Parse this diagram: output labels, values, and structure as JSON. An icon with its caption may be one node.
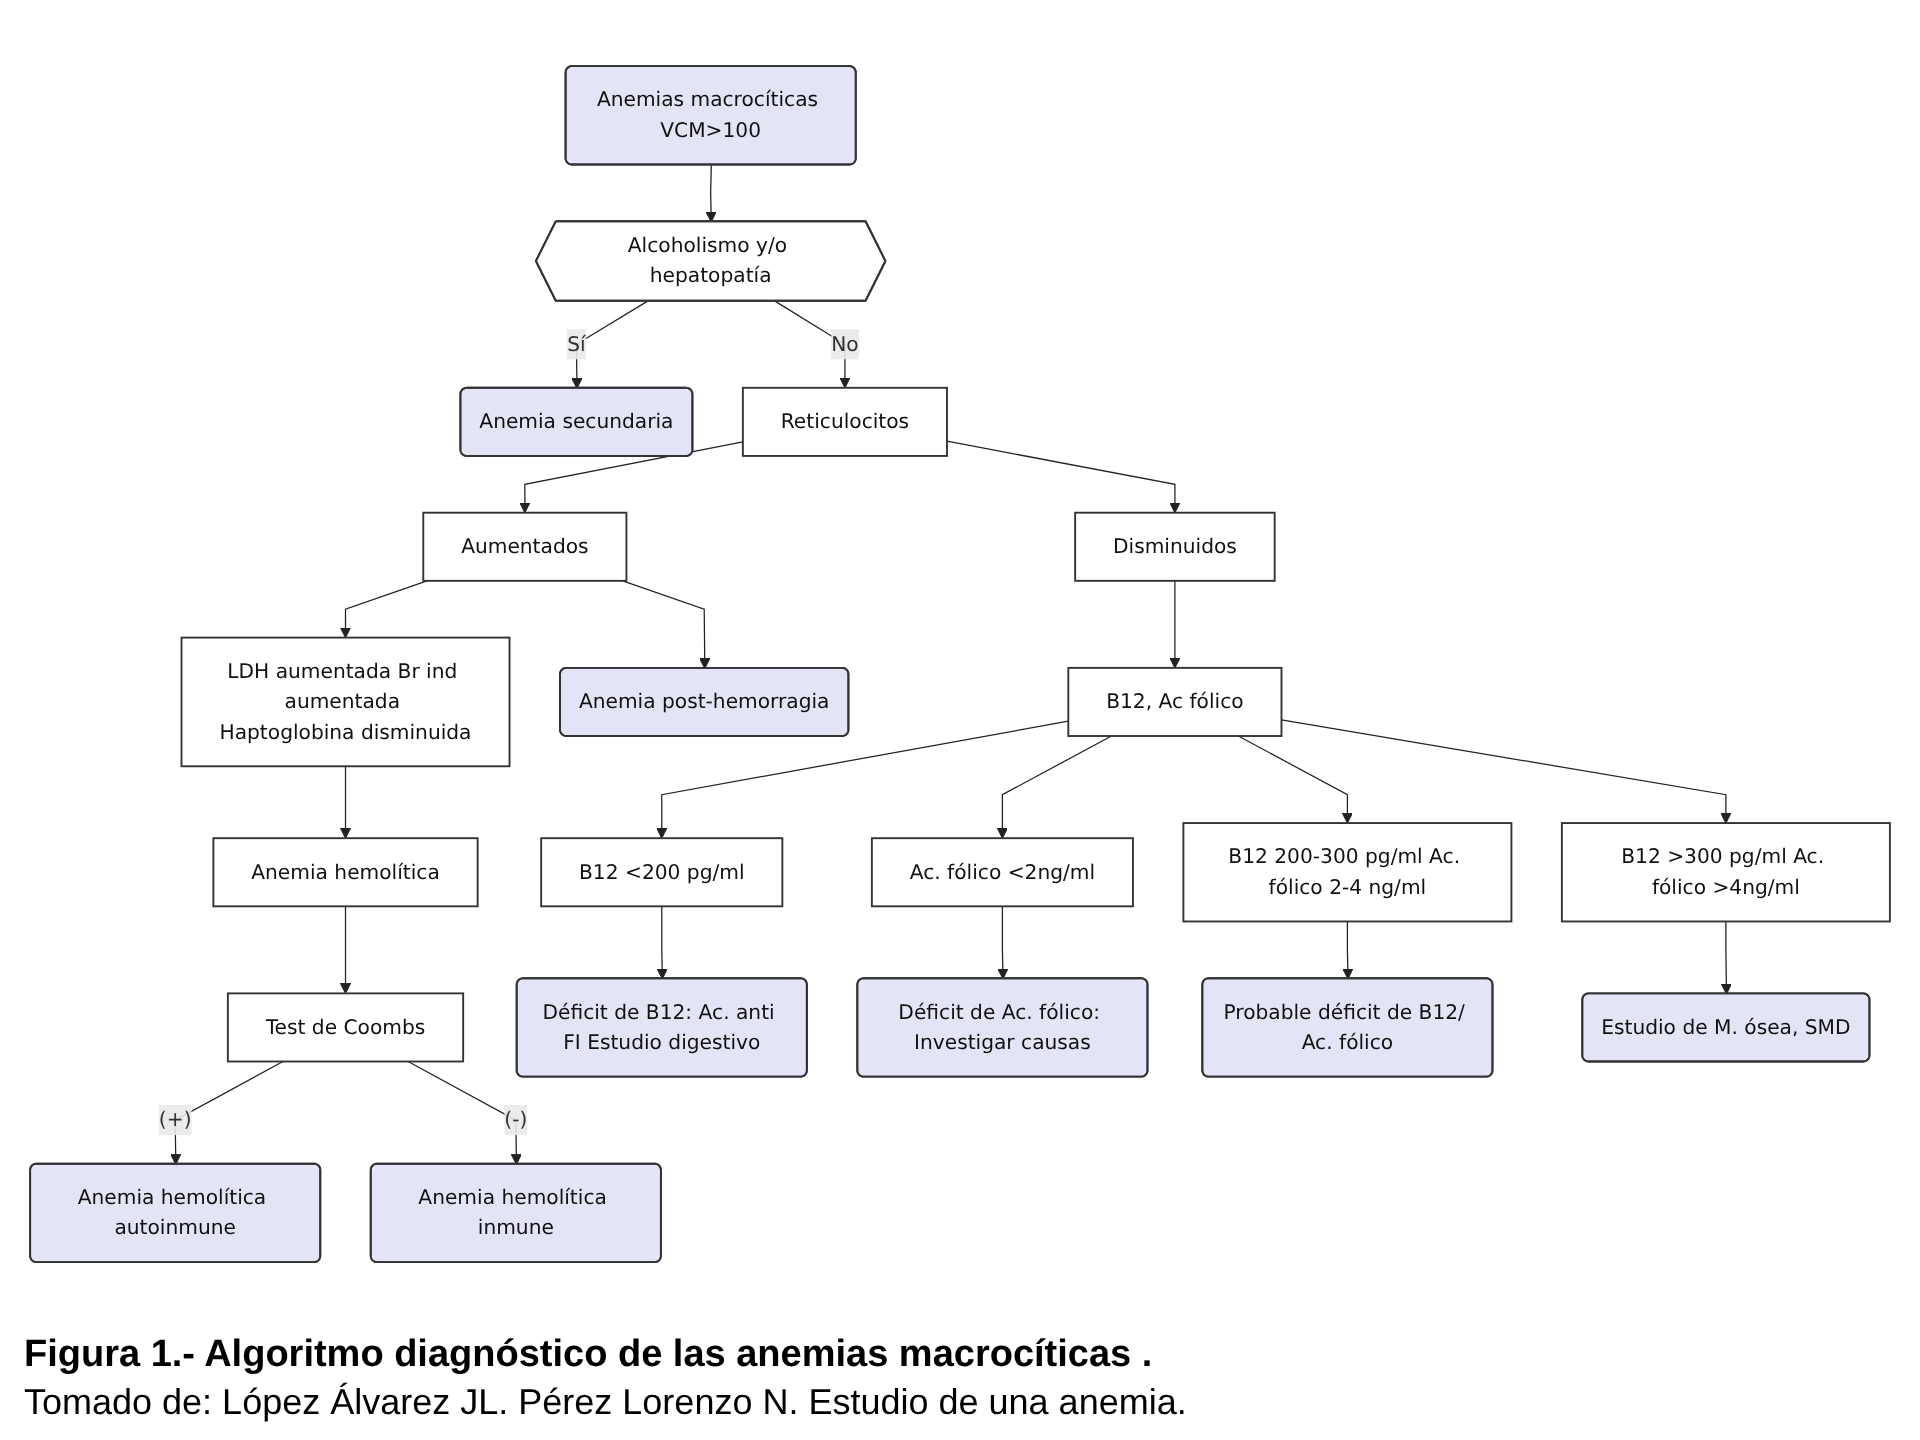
{
  "diagram": {
    "caption": "Figura 1.- Algoritmo diagnóstico de las anemias macrocíticas .",
    "nodes": [
      {
        "text": [
          "Anemias macrocíticas VCM>100"
        ]
      },
      {
        "text": [
          "Alcoholismo y/o hepatopatía"
        ]
      },
      {
        "text": [
          "Anemia secundaria"
        ]
      },
      {
        "text": [
          "Reticulocitos"
        ]
      },
      {
        "text": [
          "Disminuidos"
        ]
      },
      {
        "text": [
          "Aumentados"
        ]
      },
      {
        "text": [
          "B12, Ac fólico"
        ]
      },
      {
        "text": [
          "Anemia post-hemorragia"
        ]
      },
      {
        "text": [
          "LDH aumentada Br ind aumentada Haptoglobina disminuida"
        ]
      },
      {
        "text": [
          "Anemia hemolítica"
        ]
      },
      {
        "text": [
          "Test de Coombs"
        ]
      },
      {
        "text": [
          "Anemia hemolítica autoinmune"
        ]
      },
      {
        "text": [
          "Anemia hemolítica inmune"
        ]
      },
      {
        "text": [
          "B12 <200 pg/ml"
        ]
      },
      {
        "text": [
          "Déficit de B12: Ac. anti FI Estudio digestivo"
        ]
      },
      {
        "text": [
          "Ac. fólico <2ng/ml"
        ]
      },
      {
        "text": [
          "Déficit de Ac. fólico: Investigar causas"
        ]
      },
      {
        "text": [
          "B12 200-300 pg/ml Ac. fólico 2-4 ng/ml"
        ]
      },
      {
        "text": [
          "Probable déficit de B12/ Ac. fólico"
        ]
      },
      {
        "text": [
          "B12 >300 pg/ml Ac. fólico >4ng/ml"
        ]
      },
      {
        "text": [
          "Estudio de M. ósea, SMD"
        ]
      }
    ],
    "edges": [
      {
        "from": 0,
        "to": 1,
        "arrow": "to"
      },
      {
        "from": 1,
        "to": 2,
        "arrow": "to",
        "label": "Sí"
      },
      {
        "from": 1,
        "to": 3,
        "arrow": "to",
        "label": "No"
      },
      {
        "from": 3,
        "to": 4,
        "arrow": "to"
      },
      {
        "from": 3,
        "to": 5,
        "arrow": "to"
      },
      {
        "from": 4,
        "to": 6,
        "arrow": "to"
      },
      {
        "from": 5,
        "to": 7,
        "arrow": "to"
      },
      {
        "from": 5,
        "to": 8,
        "arrow": "to"
      },
      {
        "from": 8,
        "to": 9,
        "arrow": "to"
      },
      {
        "from": 9,
        "to": 10,
        "arrow": "to"
      },
      {
        "from": 10,
        "to": 11,
        "arrow": "to",
        "label": "(+)"
      },
      {
        "from": 10,
        "to": 12,
        "arrow": "to",
        "label": "(-)"
      },
      {
        "from": 6,
        "to": 13,
        "arrow": "to"
      },
      {
        "from": 13,
        "to": 14,
        "arrow": "to"
      },
      {
        "from": 6,
        "to": 15,
        "arrow": "to"
      },
      {
        "from": 15,
        "to": 16,
        "arrow": "to"
      },
      {
        "from": 6,
        "to": 17,
        "arrow": "to"
      },
      {
        "from": 17,
        "to": 18,
        "arrow": "to"
      },
      {
        "from": 6,
        "to": 19,
        "arrow": "to"
      },
      {
        "from": 19,
        "to": 20,
        "arrow": "to"
      }
    ],
    "labels": [
      "Tomado de:  López Álvarez JL. Pérez Lorenzo N. Estudio de una anemia."
    ]
  }
}
